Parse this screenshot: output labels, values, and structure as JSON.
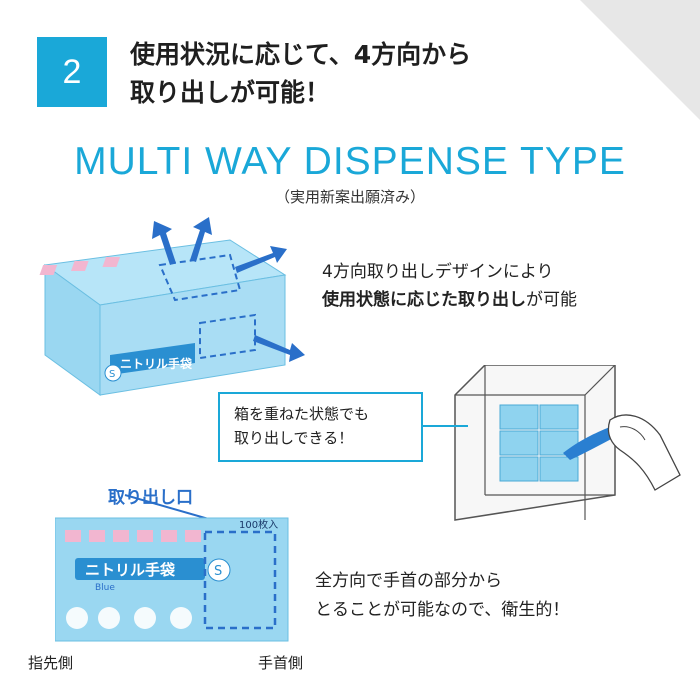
{
  "badge": {
    "number": "2"
  },
  "headline": {
    "line1": "使用状況に応じて、4方向から",
    "line2": "取り出しが可能！"
  },
  "title": "MULTI WAY DISPENSE TYPE",
  "subtitle": "（実用新案出願済み）",
  "feature": {
    "line1": "4方向取り出しデザインにより",
    "line2_bold": "使用状態に応じた取り出し",
    "line2_rest": "が可能"
  },
  "callout": {
    "line1": "箱を重ねた状態でも",
    "line2": "取り出しできる！"
  },
  "dispense_port_label": "取り出し口",
  "hygiene": {
    "line1": "全方向で手首の部分から",
    "line2": "とることが可能なので、衛生的！"
  },
  "box_labels": {
    "fingertip_side": "指先側",
    "wrist_side": "手首側"
  },
  "product": {
    "name": "ニトリル手袋",
    "size": "S",
    "count": "100枚入",
    "color_word": "Blue"
  },
  "colors": {
    "accent": "#1aa8d8",
    "arrow": "#2a6fc9",
    "box": "#8fd3ef",
    "box_light": "#c9ecfa",
    "pink": "#e8579a"
  }
}
